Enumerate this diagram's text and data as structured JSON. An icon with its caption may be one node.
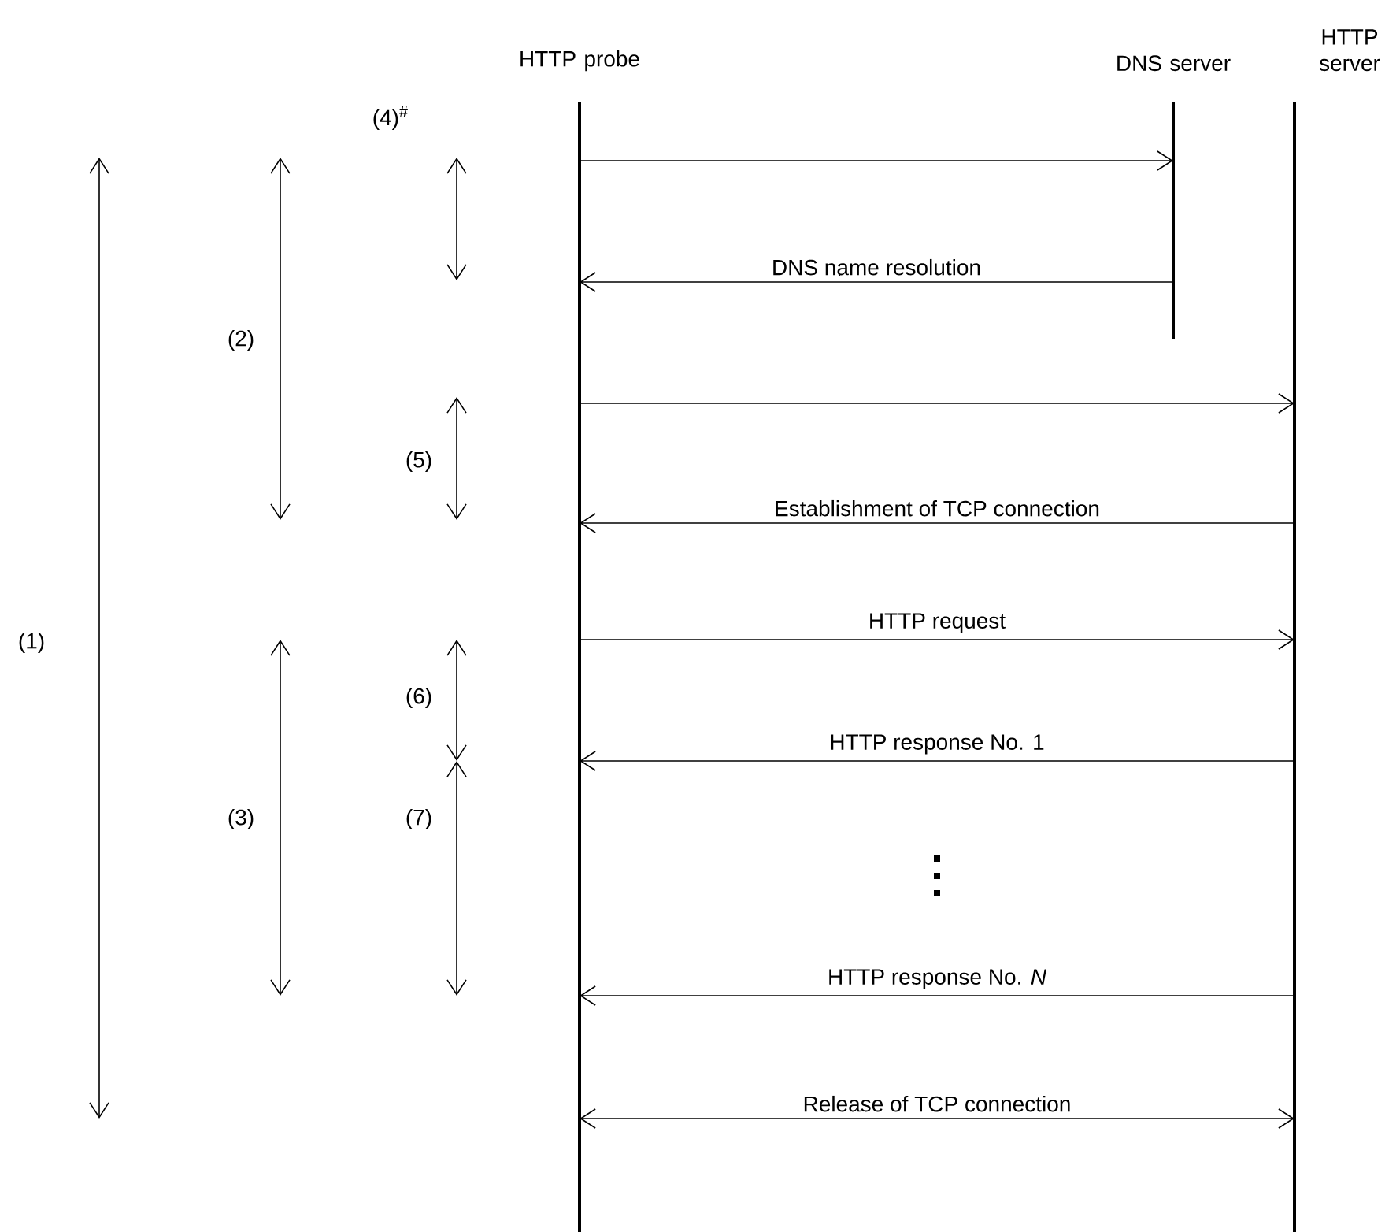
{
  "diagram": {
    "nodes": [
      {
        "text": [
          "HTTP probe"
        ]
      },
      {
        "text": [
          "DNS server"
        ]
      },
      {
        "text": [
          "HTTP server"
        ]
      }
    ],
    "edges": [
      {
        "from": 0,
        "to": 1,
        "arrow": "to"
      },
      {
        "from": 1,
        "to": 0,
        "arrow": "to",
        "label": "DNS name resolution"
      },
      {
        "from": 0,
        "to": 2,
        "arrow": "to"
      },
      {
        "from": 2,
        "to": 0,
        "arrow": "to",
        "label": "Establishment of TCP connection"
      },
      {
        "from": 0,
        "to": 2,
        "arrow": "to",
        "label": "HTTP request"
      },
      {
        "from": 2,
        "to": 0,
        "arrow": "to",
        "label": "HTTP response No. 1"
      },
      {
        "from": 2,
        "to": 0,
        "arrow": "to",
        "label": "HTTP response No. *N*"
      },
      {
        "from": 0,
        "to": 2,
        "arrow": "both",
        "label": "Release of TCP connection"
      }
    ],
    "labels": [
      "(4)$^{#}$",
      "(2)",
      "(5)",
      "(1)",
      "(6)",
      "(3)",
      "(7)"
    ]
  }
}
